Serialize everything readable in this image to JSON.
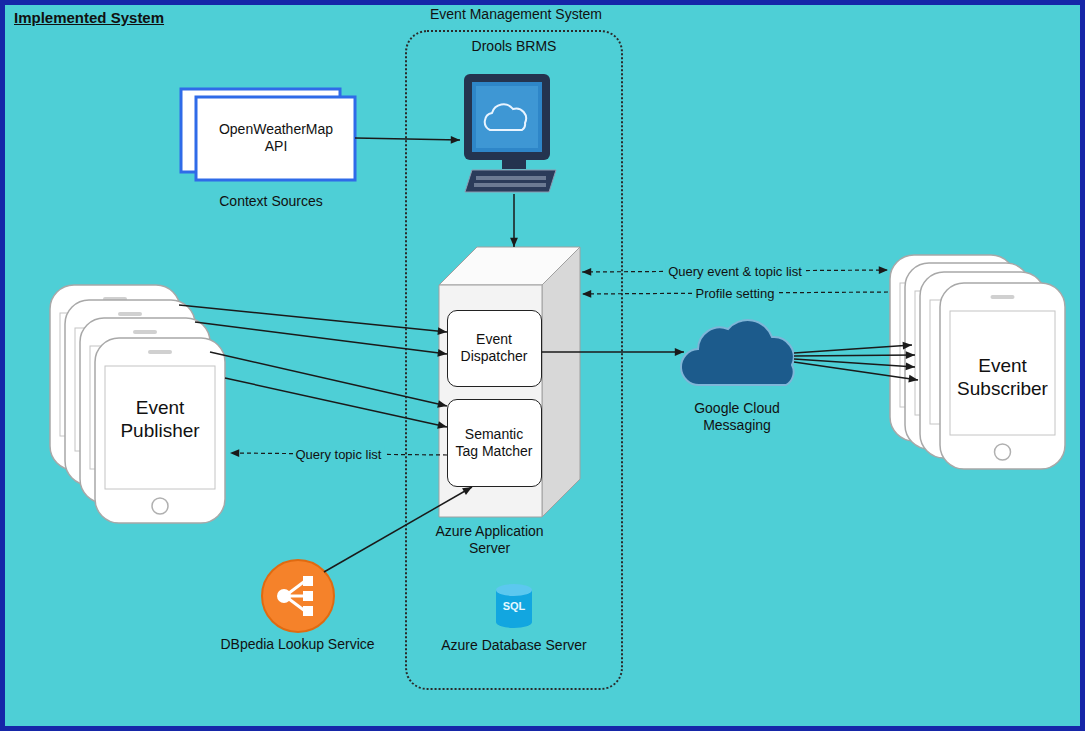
{
  "diagram": {
    "title": "Implemented System",
    "nodes": [
      {
        "text": [
          "Event Management System"
        ]
      },
      {
        "text": [
          "Drools BRMS"
        ],
        "in": 0
      },
      {
        "text": [
          "OpenWeatherMap API",
          "Context Sources"
        ]
      },
      {
        "text": [
          "Azure Application Server"
        ],
        "in": 0
      },
      {
        "text": [
          "Event Dispatcher"
        ],
        "in": 3
      },
      {
        "text": [
          "Semantic Tag Matcher"
        ],
        "in": 3
      },
      {
        "text": [
          "Event Publisher"
        ]
      },
      {
        "text": [
          "Google Cloud Messaging"
        ]
      },
      {
        "text": [
          "Event Subscriber"
        ]
      },
      {
        "text": [
          "DBpedia Lookup Service"
        ]
      },
      {
        "text": [
          "SQL",
          "Azure Database Server"
        ],
        "in": 0
      }
    ],
    "edges": [
      {
        "from": 2,
        "to": 1,
        "arrow": "to"
      },
      {
        "from": 1,
        "to": 3,
        "arrow": "to"
      },
      {
        "from": 6,
        "to": 4,
        "arrow": "to"
      },
      {
        "from": 6,
        "to": 4,
        "arrow": "to"
      },
      {
        "from": 6,
        "to": 5,
        "arrow": "to"
      },
      {
        "from": 6,
        "to": 5,
        "arrow": "to"
      },
      {
        "from": 5,
        "to": 6,
        "label": "Query topic list",
        "arrow": "to"
      },
      {
        "from": 9,
        "to": 5,
        "arrow": "to"
      },
      {
        "from": 4,
        "to": 7,
        "arrow": "to"
      },
      {
        "from": 7,
        "to": 8,
        "arrow": "to"
      },
      {
        "from": 7,
        "to": 8,
        "arrow": "to"
      },
      {
        "from": 7,
        "to": 8,
        "arrow": "to"
      },
      {
        "from": 7,
        "to": 8,
        "arrow": "to"
      },
      {
        "from": 3,
        "to": 8,
        "label": "Query event & topic list",
        "arrow": "both"
      },
      {
        "from": 8,
        "to": 3,
        "label": "Profile setting",
        "arrow": "to"
      }
    ]
  }
}
